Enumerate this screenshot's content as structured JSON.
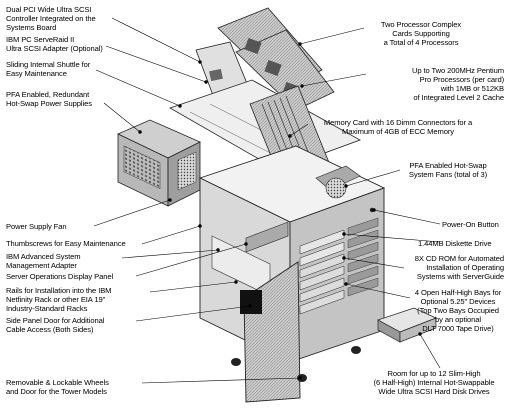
{
  "callouts_left": [
    {
      "id": "dual-pci-scsi",
      "lines": [
        "Dual PCI Wide Ultra SCSI",
        "Controller Integrated on the",
        "Systems Board"
      ]
    },
    {
      "id": "serveraid",
      "lines": [
        "IBM PC ServeRaid II",
        "Ultra SCSI Adapter (Optional)"
      ]
    },
    {
      "id": "shuttle",
      "lines": [
        "Sliding Internal Shuttle for",
        "Easy Maintenance"
      ]
    },
    {
      "id": "power-supplies",
      "lines": [
        "PFA Enabled, Redundant",
        "Hot-Swap Power Supplies"
      ]
    },
    {
      "id": "psu-fan",
      "lines": [
        "Power Supply Fan"
      ]
    },
    {
      "id": "thumbscrews",
      "lines": [
        "Thumbscrews for Easy Maintenance"
      ]
    },
    {
      "id": "mgmt-adapter",
      "lines": [
        "IBM Advanced System",
        "Management Adapter"
      ]
    },
    {
      "id": "ops-panel",
      "lines": [
        "Server Operations Display Panel"
      ]
    },
    {
      "id": "rails",
      "lines": [
        "Rails for Installation into the IBM",
        "Netfinity Rack or other EIA 19\"",
        "Industry-Standard Racks"
      ]
    },
    {
      "id": "side-door",
      "lines": [
        "Side Panel Door for Additional",
        "Cable Access (Both Sides)"
      ]
    },
    {
      "id": "wheels",
      "lines": [
        "Removable & Lockable Wheels",
        "and Door for the Tower Models"
      ]
    }
  ],
  "callouts_right": [
    {
      "id": "proc-cards",
      "lines": [
        "Two Processor Complex",
        "Cards Supporting",
        "a Total of 4 Processors"
      ]
    },
    {
      "id": "pentium-pro",
      "lines": [
        "Up to Two 200MHz Pentium",
        "Pro Processors (per card)",
        "with 1MB or 512KB",
        "of Integrated Level 2 Cache"
      ]
    },
    {
      "id": "memory",
      "lines": [
        "Memory Card with 16 Dimm Connectors for a",
        "Maximum of 4GB of ECC Memory"
      ]
    },
    {
      "id": "fans",
      "lines": [
        "PFA Enabled Hot-Swap",
        "System Fans (total of 3)"
      ]
    },
    {
      "id": "power-button",
      "lines": [
        "Power-On Button"
      ]
    },
    {
      "id": "diskette",
      "lines": [
        "1.44MB Diskette Drive"
      ]
    },
    {
      "id": "cdrom",
      "lines": [
        "8X CD ROM for Automated",
        "Installation of Operating",
        "Systems with ServerGuide"
      ]
    },
    {
      "id": "bays",
      "lines": [
        "4 Open Half-High Bays for",
        "Optional 5.25\" Devices",
        "(Top Two Bays Occupied",
        "by an optional",
        "DLT 7000 Tape Drive)"
      ]
    },
    {
      "id": "hdd",
      "lines": [
        "Room for up to 12 Slim-High",
        "(6 Half-High) Internal Hot-Swappable",
        "Wide Ultra SCSI Hard Disk Drives"
      ]
    }
  ]
}
